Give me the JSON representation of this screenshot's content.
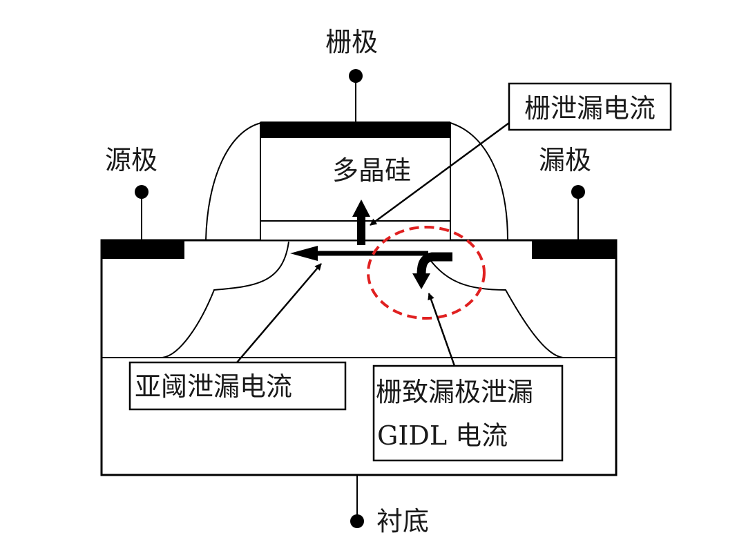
{
  "terminals": {
    "gate": "栅极",
    "source": "源极",
    "drain": "漏极",
    "substrate": "衬底"
  },
  "poly_label": "多晶硅",
  "callouts": {
    "gate_leakage": "栅泄漏电流",
    "subthreshold_leakage": "亚阈泄漏电流",
    "gidl_line1": "栅致漏极泄漏",
    "gidl_line2": "GIDL 电流"
  },
  "colors": {
    "outline": "#000000",
    "highlight_circle": "#e02020"
  }
}
